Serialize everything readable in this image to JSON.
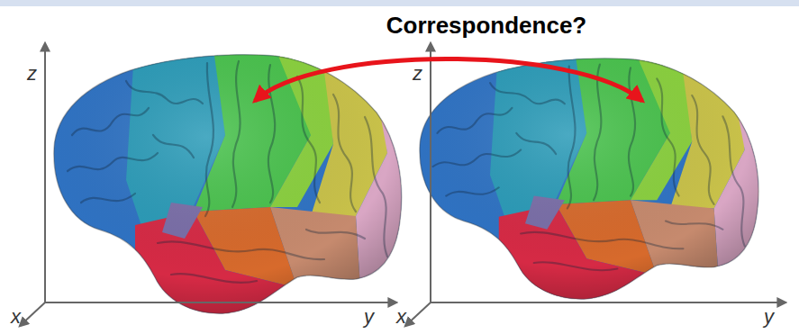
{
  "diagram": {
    "title": "Correspondence?",
    "labels": [
      "z",
      "x",
      "y",
      "z",
      "x",
      "y"
    ]
  }
}
